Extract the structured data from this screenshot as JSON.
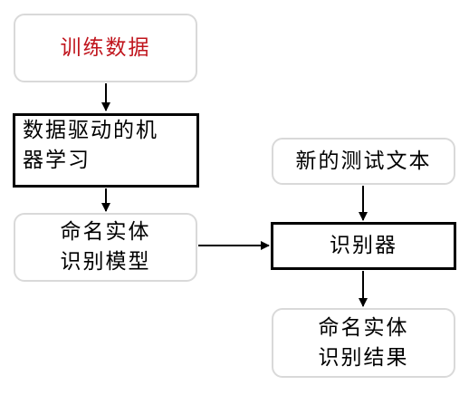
{
  "nodes": {
    "training_data": "训练数据",
    "data_driven_learning": [
      "数据驱动的机",
      "器学习"
    ],
    "ner_model": [
      "命名实体",
      "识别模型"
    ],
    "new_test_text": "新的测试文本",
    "recognizer": "识别器",
    "ner_result": [
      "命名实体",
      "识别结果"
    ]
  },
  "colors": {
    "highlight_text": "#c0141c",
    "soft_border": "#d9d9d9",
    "hard_border": "#000000"
  }
}
